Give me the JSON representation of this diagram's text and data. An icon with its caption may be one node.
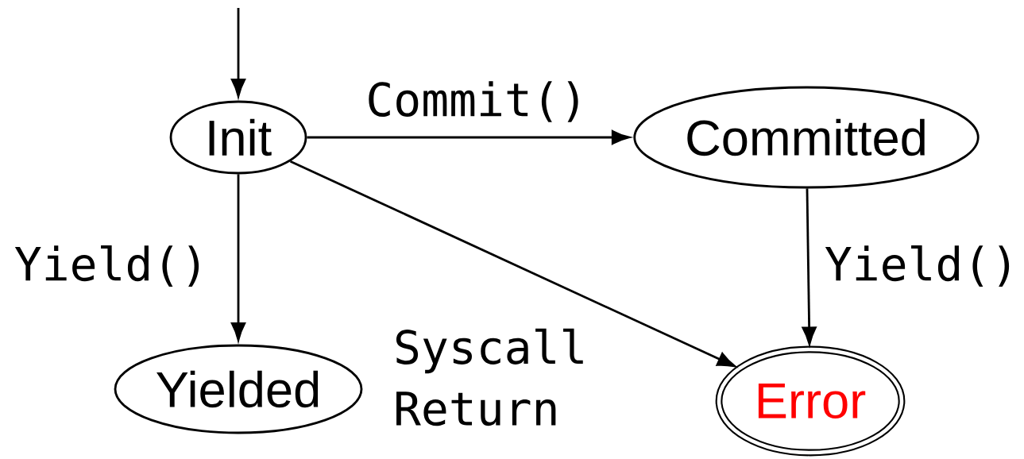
{
  "diagram": {
    "nodes": [
      {
        "text": [
          "Init"
        ]
      },
      {
        "text": [
          "Committed"
        ]
      },
      {
        "text": [
          "Yielded"
        ]
      },
      {
        "text": [
          "Error"
        ]
      }
    ],
    "edges": [
      {
        "from": null,
        "to": 0,
        "arrow": "to"
      },
      {
        "from": 0,
        "to": 1,
        "arrow": "to",
        "label": "Commit()"
      },
      {
        "from": 0,
        "to": 2,
        "arrow": "to",
        "label": "Yield()"
      },
      {
        "from": 0,
        "to": 3,
        "arrow": "to",
        "label": "Syscall Return"
      },
      {
        "from": 1,
        "to": 3,
        "arrow": "to",
        "label": "Yield()"
      }
    ]
  }
}
